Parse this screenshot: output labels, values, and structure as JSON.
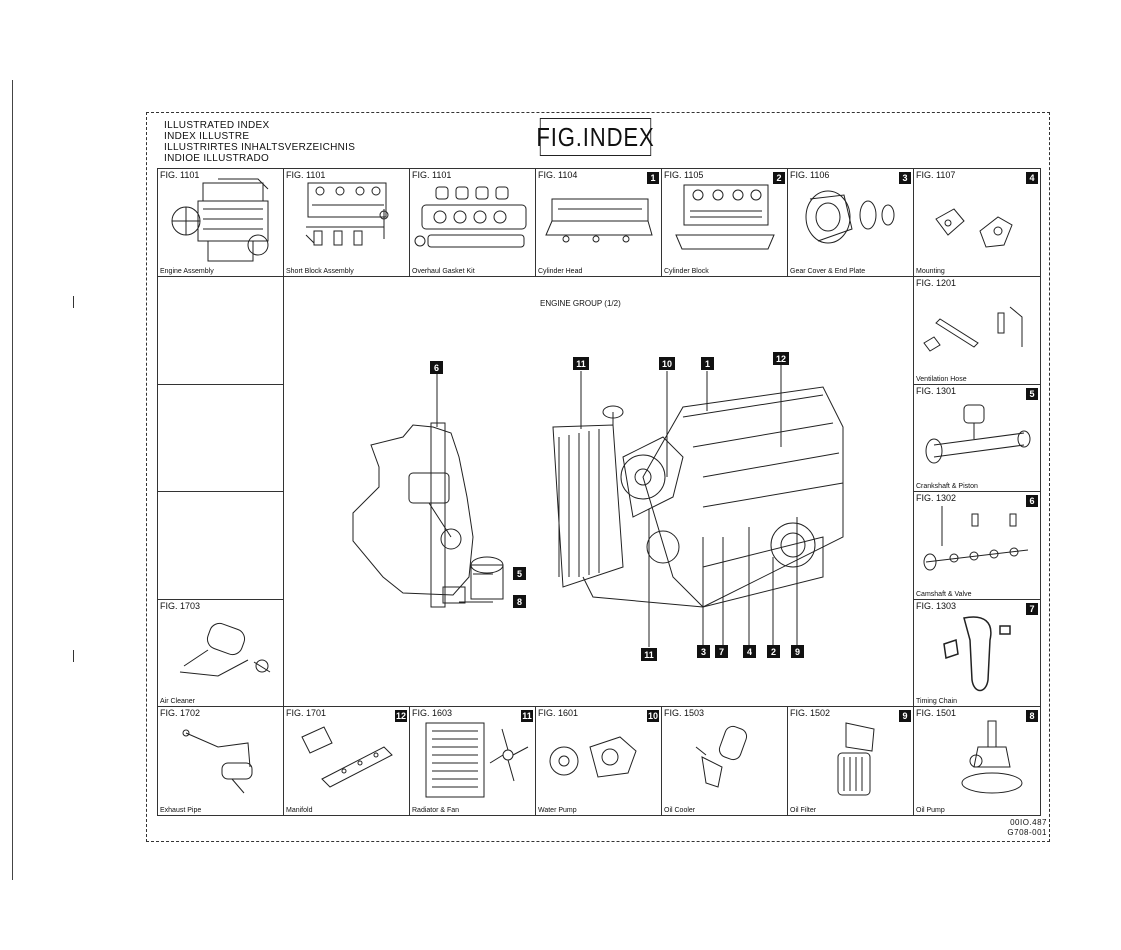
{
  "header": {
    "lines": [
      "ILLUSTRATED INDEX",
      "INDEX ILLUSTRE",
      "ILLUSTRIRTES INHALTSVERZEICHNIS",
      "INDIOE ILLUSTRADO"
    ],
    "fig_index": "FIG.INDEX"
  },
  "top_row": [
    {
      "fig": "FIG. 1101",
      "caption": "Engine Assembly",
      "badge": ""
    },
    {
      "fig": "FIG. 1101",
      "caption": "Short Block Assembly",
      "badge": ""
    },
    {
      "fig": "FIG. 1101",
      "caption": "Overhaul Gasket Kit",
      "badge": ""
    },
    {
      "fig": "FIG. 1104",
      "caption": "Cylinder Head",
      "badge": "1"
    },
    {
      "fig": "FIG. 1105",
      "caption": "Cylinder Block",
      "badge": "2"
    },
    {
      "fig": "FIG. 1106",
      "caption": "Gear Cover & End Plate",
      "badge": "3"
    },
    {
      "fig": "FIG. 1107",
      "caption": "Mounting",
      "badge": "4"
    }
  ],
  "right_col": [
    {
      "fig": "FIG. 1201",
      "caption": "Ventilation Hose",
      "badge": ""
    },
    {
      "fig": "FIG. 1301",
      "caption": "Crankshaft & Piston",
      "badge": "5"
    },
    {
      "fig": "FIG. 1302",
      "caption": "Camshaft & Valve",
      "badge": "6"
    },
    {
      "fig": "FIG. 1303",
      "caption": "Timing Chain",
      "badge": "7"
    }
  ],
  "left_col": [
    {
      "fig": "FIG. 1703",
      "caption": "Air Cleaner",
      "badge": ""
    }
  ],
  "bottom_row": [
    {
      "fig": "FIG. 1702",
      "caption": "Exhaust Pipe",
      "badge": ""
    },
    {
      "fig": "FIG. 1701",
      "caption": "Manifold",
      "badge": "12"
    },
    {
      "fig": "FIG. 1603",
      "caption": "Radiator & Fan",
      "badge": "11"
    },
    {
      "fig": "FIG. 1601",
      "caption": "Water Pump",
      "badge": "10"
    },
    {
      "fig": "FIG. 1503",
      "caption": "Oil Cooler",
      "badge": ""
    },
    {
      "fig": "FIG. 1502",
      "caption": "Oil Filter",
      "badge": "9"
    },
    {
      "fig": "FIG. 1501",
      "caption": "Oil Pump",
      "badge": "8"
    }
  ],
  "center": {
    "title": "ENGINE GROUP (1/2)",
    "callouts": {
      "c6": "6",
      "c5": "5",
      "c8": "8",
      "c11a": "11",
      "c10": "10",
      "c1": "1",
      "c12": "12",
      "c11b": "11",
      "c3": "3",
      "c7": "7",
      "c4": "4",
      "c2": "2",
      "c9": "9"
    }
  },
  "footer": {
    "code1": "00IO.487",
    "code2": "G708-001"
  }
}
